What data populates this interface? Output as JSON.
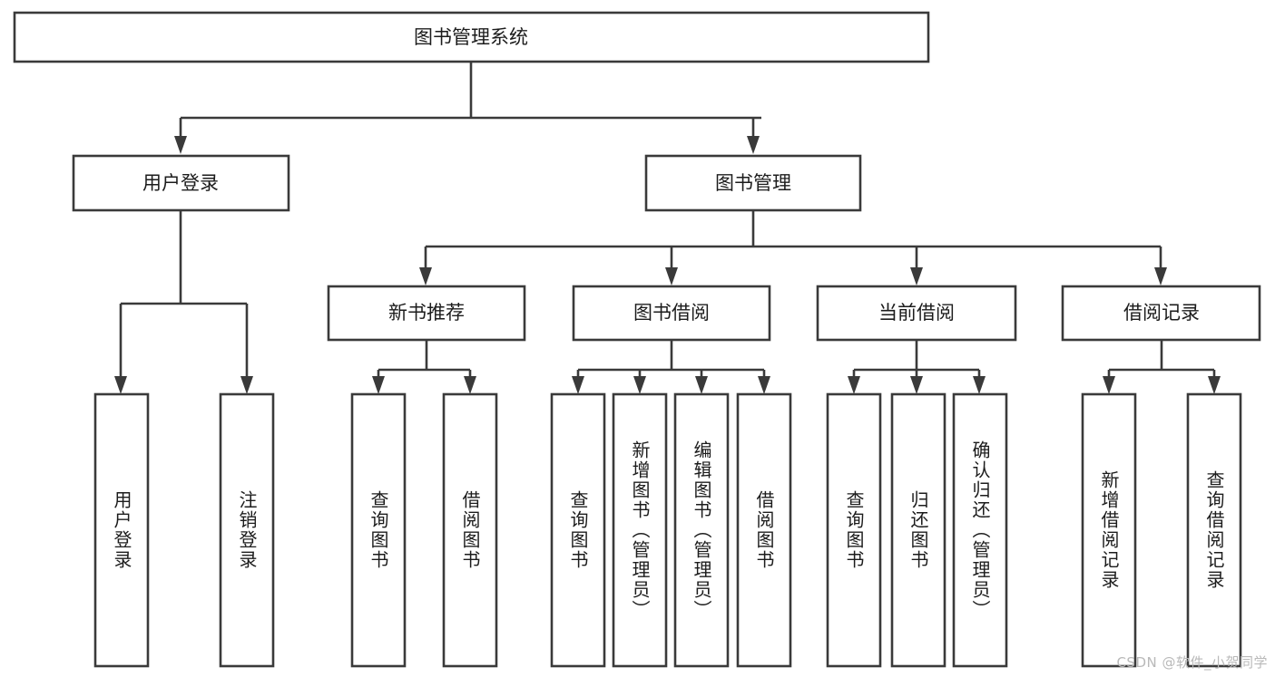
{
  "diagram": {
    "title_node": {
      "label": "图书管理系统"
    },
    "level2": [
      {
        "label": "用户登录"
      },
      {
        "label": "图书管理"
      }
    ],
    "level3": [
      {
        "label": "新书推荐"
      },
      {
        "label": "图书借阅"
      },
      {
        "label": "当前借阅"
      },
      {
        "label": "借阅记录"
      }
    ],
    "leaves": {
      "user_login": [
        {
          "label": "用户登录"
        },
        {
          "label": "注销登录"
        }
      ],
      "new_book_recommend": [
        {
          "label": "查询图书"
        },
        {
          "label": "借阅图书"
        }
      ],
      "book_borrow": [
        {
          "label": "查询图书"
        },
        {
          "label": "新增图书（管理员）"
        },
        {
          "label": "编辑图书（管理员）"
        },
        {
          "label": "借阅图书"
        }
      ],
      "current_borrow": [
        {
          "label": "查询图书"
        },
        {
          "label": "归还图书"
        },
        {
          "label": "确认归还（管理员）"
        }
      ],
      "borrow_record": [
        {
          "label": "新增借阅记录"
        },
        {
          "label": "查询借阅记录"
        }
      ]
    }
  },
  "watermark": {
    "text": "CSDN @软件_小贺同学"
  },
  "colors": {
    "stroke": "#3a3a3a",
    "fill": "#ffffff",
    "text": "#1c1c1c",
    "watermark": "#b9b9b9"
  }
}
